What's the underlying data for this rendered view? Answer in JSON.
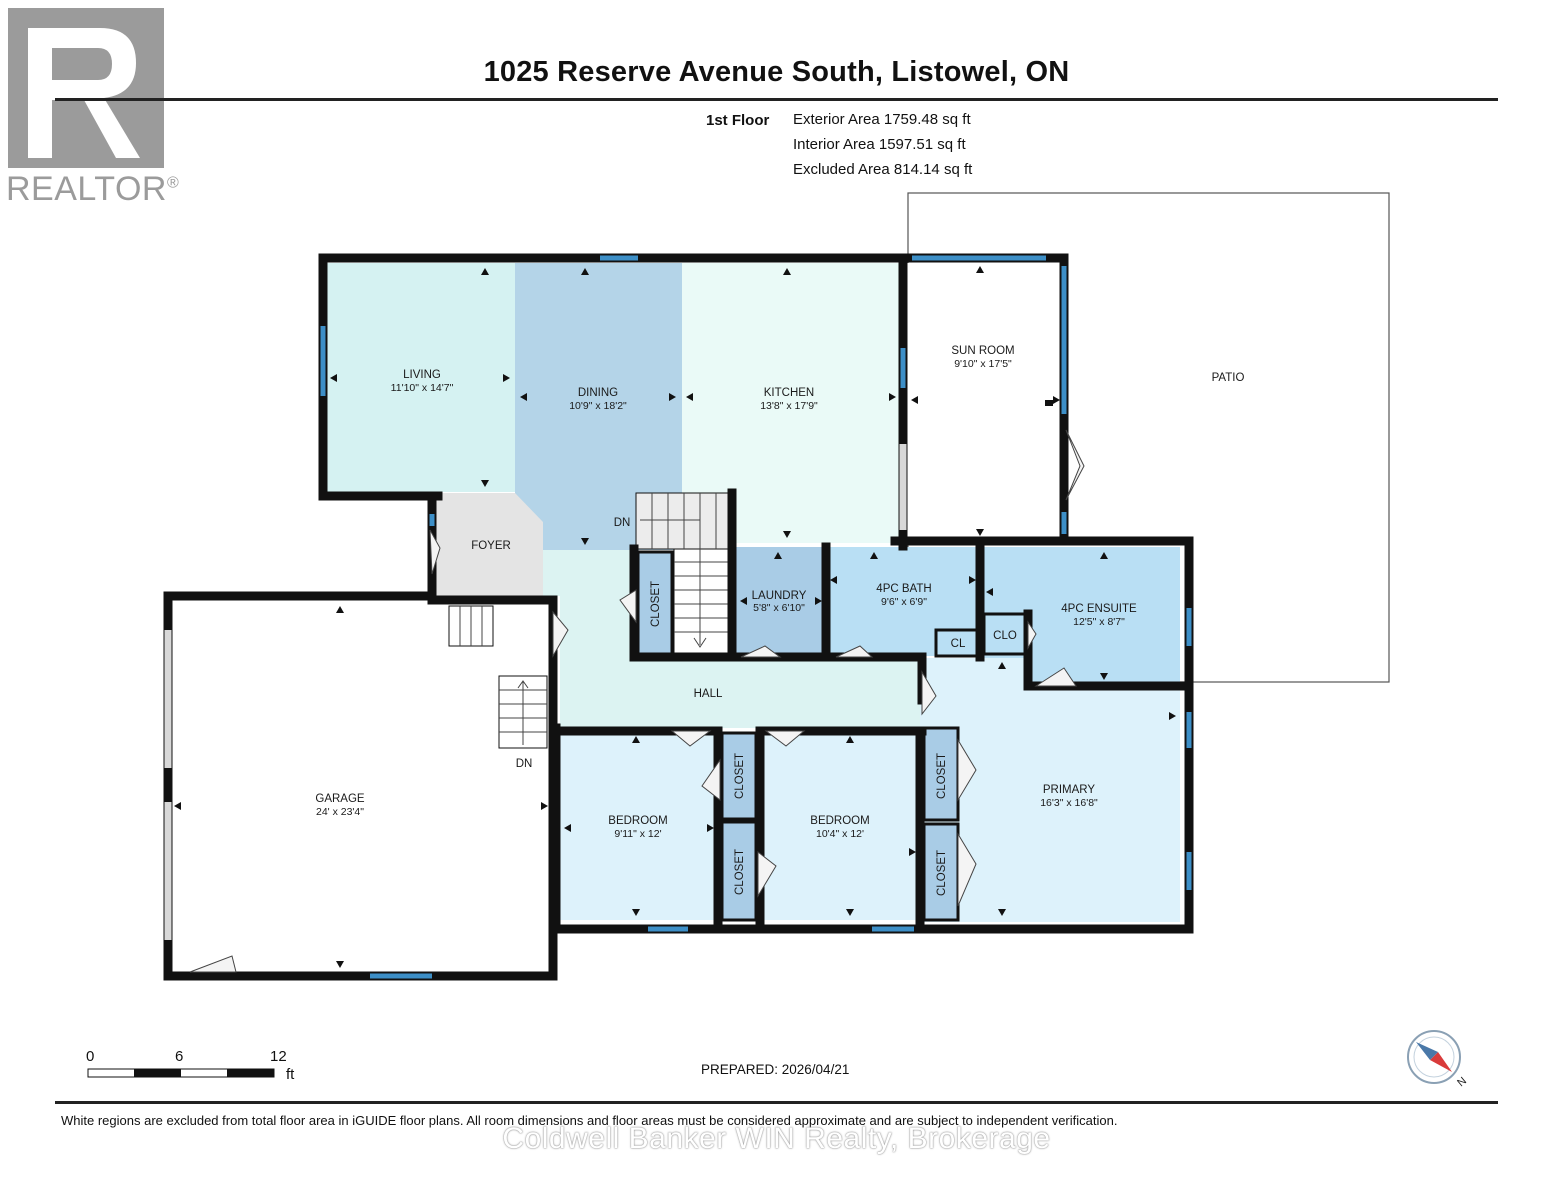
{
  "header": {
    "title": "1025 Reserve Avenue South, Listowel, ON",
    "floor_label": "1st Floor",
    "areas": [
      "Exterior Area 1759.48 sq ft",
      "Interior Area 1597.51 sq ft",
      "Excluded Area 814.14 sq ft"
    ]
  },
  "logo": {
    "text": "REALTOR",
    "mark": "®"
  },
  "rooms": {
    "living": {
      "name": "LIVING",
      "dims": "11'10\" x 14'7\""
    },
    "dining": {
      "name": "DINING",
      "dims": "10'9\" x 18'2\""
    },
    "kitchen": {
      "name": "KITCHEN",
      "dims": "13'8\" x 17'9\""
    },
    "sunroom": {
      "name": "SUN ROOM",
      "dims": "9'10\" x 17'5\""
    },
    "patio": {
      "name": "PATIO"
    },
    "foyer": {
      "name": "FOYER"
    },
    "laundry": {
      "name": "LAUNDRY",
      "dims": "5'8\" x 6'10\""
    },
    "bath": {
      "name": "4PC BATH",
      "dims": "9'6\" x 6'9\""
    },
    "ensuite": {
      "name": "4PC ENSUITE",
      "dims": "12'5\" x 8'7\""
    },
    "garage": {
      "name": "GARAGE",
      "dims": "24' x 23'4\""
    },
    "hall": {
      "name": "HALL"
    },
    "bedroom1": {
      "name": "BEDROOM",
      "dims": "9'11\" x 12'"
    },
    "bedroom2": {
      "name": "BEDROOM",
      "dims": "10'4\" x 12'"
    },
    "primary": {
      "name": "PRIMARY",
      "dims": "16'3\" x 16'8\""
    },
    "closet": "CLOSET",
    "cl": "CL",
    "clo": "CLO",
    "dn": "DN"
  },
  "scale": {
    "labels": [
      "0",
      "6",
      "12"
    ],
    "unit": "ft"
  },
  "compass": {
    "label": "N"
  },
  "footer": {
    "prepared": "PREPARED: 2026/04/21",
    "disclaimer": "White regions are excluded from total floor area in iGUIDE floor plans. All room dimensions and floor areas must be considered approximate and are subject to independent verification.",
    "brokerage": "Coldwell Banker WIN Realty, Brokerage"
  },
  "colors": {
    "wall": "#111111",
    "window": "#3d8fc7",
    "living": "#d5f2f2",
    "dining": "#b4d4e8",
    "kitchen": "#eafaf7",
    "bath": "#b9dff4",
    "bedroom": "#ddf2fb",
    "hall": "#dcf3f2",
    "closet": "#a9cce6",
    "foyer": "#e4e4e4"
  }
}
